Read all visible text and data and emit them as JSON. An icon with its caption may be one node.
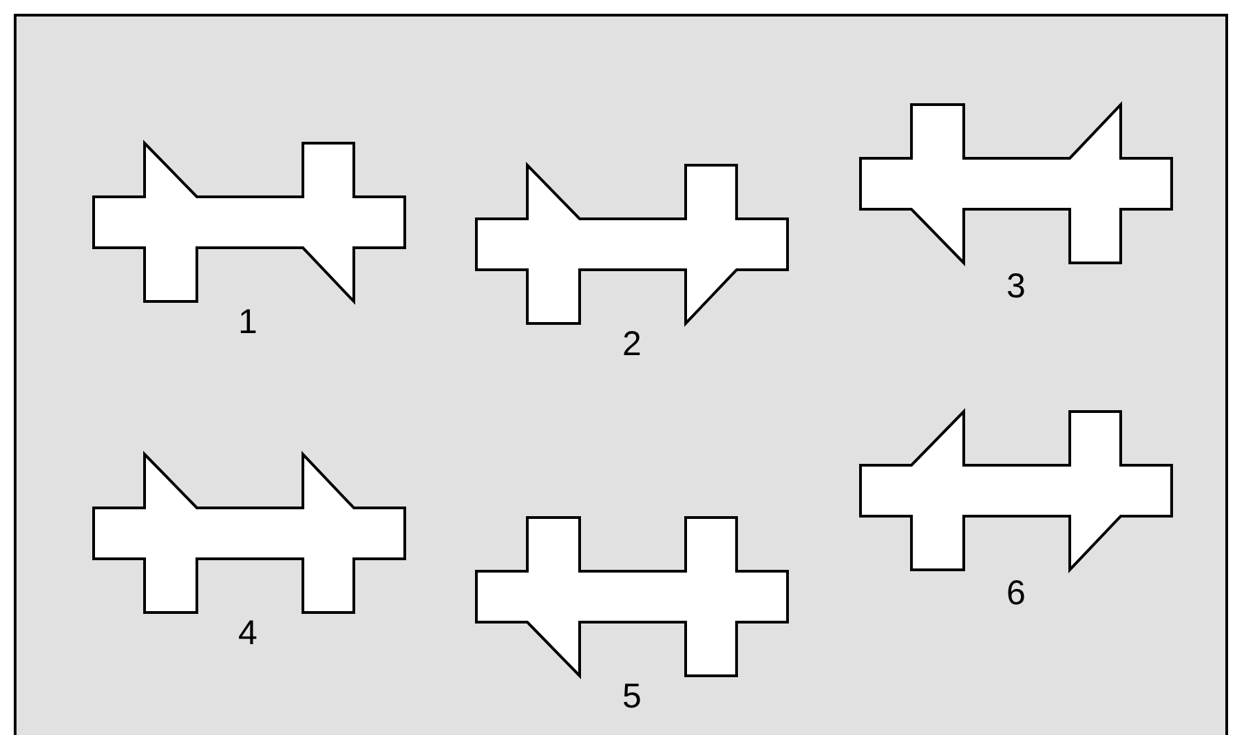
{
  "diagram": {
    "nodes": [
      {
        "text": [],
        "shape": "polygon",
        "beside": [
          "1"
        ]
      },
      {
        "text": [],
        "shape": "polygon",
        "beside": [
          "2"
        ]
      },
      {
        "text": [],
        "shape": "polygon",
        "beside": [
          "3"
        ]
      },
      {
        "text": [],
        "shape": "polygon",
        "beside": [
          "4"
        ]
      },
      {
        "text": [],
        "shape": "polygon",
        "beside": [
          "5"
        ]
      },
      {
        "text": [],
        "shape": "polygon",
        "beside": [
          "6"
        ]
      }
    ]
  }
}
